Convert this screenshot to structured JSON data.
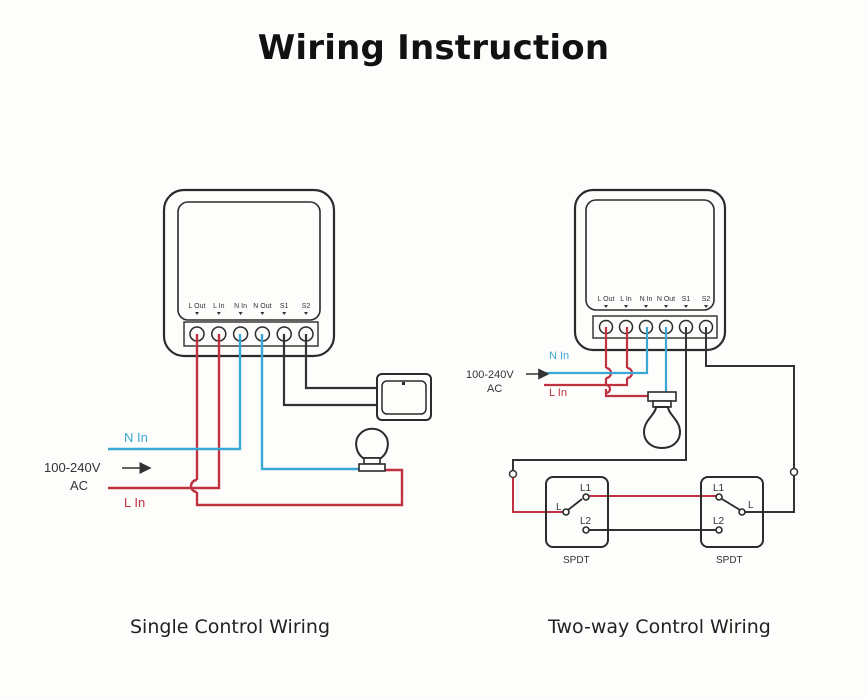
{
  "title": "Wiring Instruction",
  "colors": {
    "live": "#c0323f",
    "neutral": "#3aa8d4",
    "signal": "#333333",
    "outline": "#2b2b2b",
    "background": "#fdfdfb"
  },
  "single": {
    "caption": "Single Control Wiring",
    "terminals": [
      "L Out",
      "L In",
      "N In",
      "N Out",
      "S1",
      "S2"
    ],
    "n_in_label": "N In",
    "l_in_label": "L In",
    "voltage_label": "100-240V",
    "ac_label": "AC",
    "components": [
      "switch-module",
      "wall-switch",
      "light-bulb"
    ]
  },
  "two_way": {
    "caption": "Two-way Control Wiring",
    "terminals": [
      "L Out",
      "L In",
      "N In",
      "N Out",
      "S1",
      "S2"
    ],
    "n_in_label": "N In",
    "l_in_label": "L In",
    "voltage_label": "100-240V",
    "ac_label": "AC",
    "switch_left": {
      "type": "SPDT",
      "common": "L",
      "t1": "L1",
      "t2": "L2"
    },
    "switch_right": {
      "type": "SPDT",
      "common": "L",
      "t1": "L1",
      "t2": "L2"
    }
  }
}
